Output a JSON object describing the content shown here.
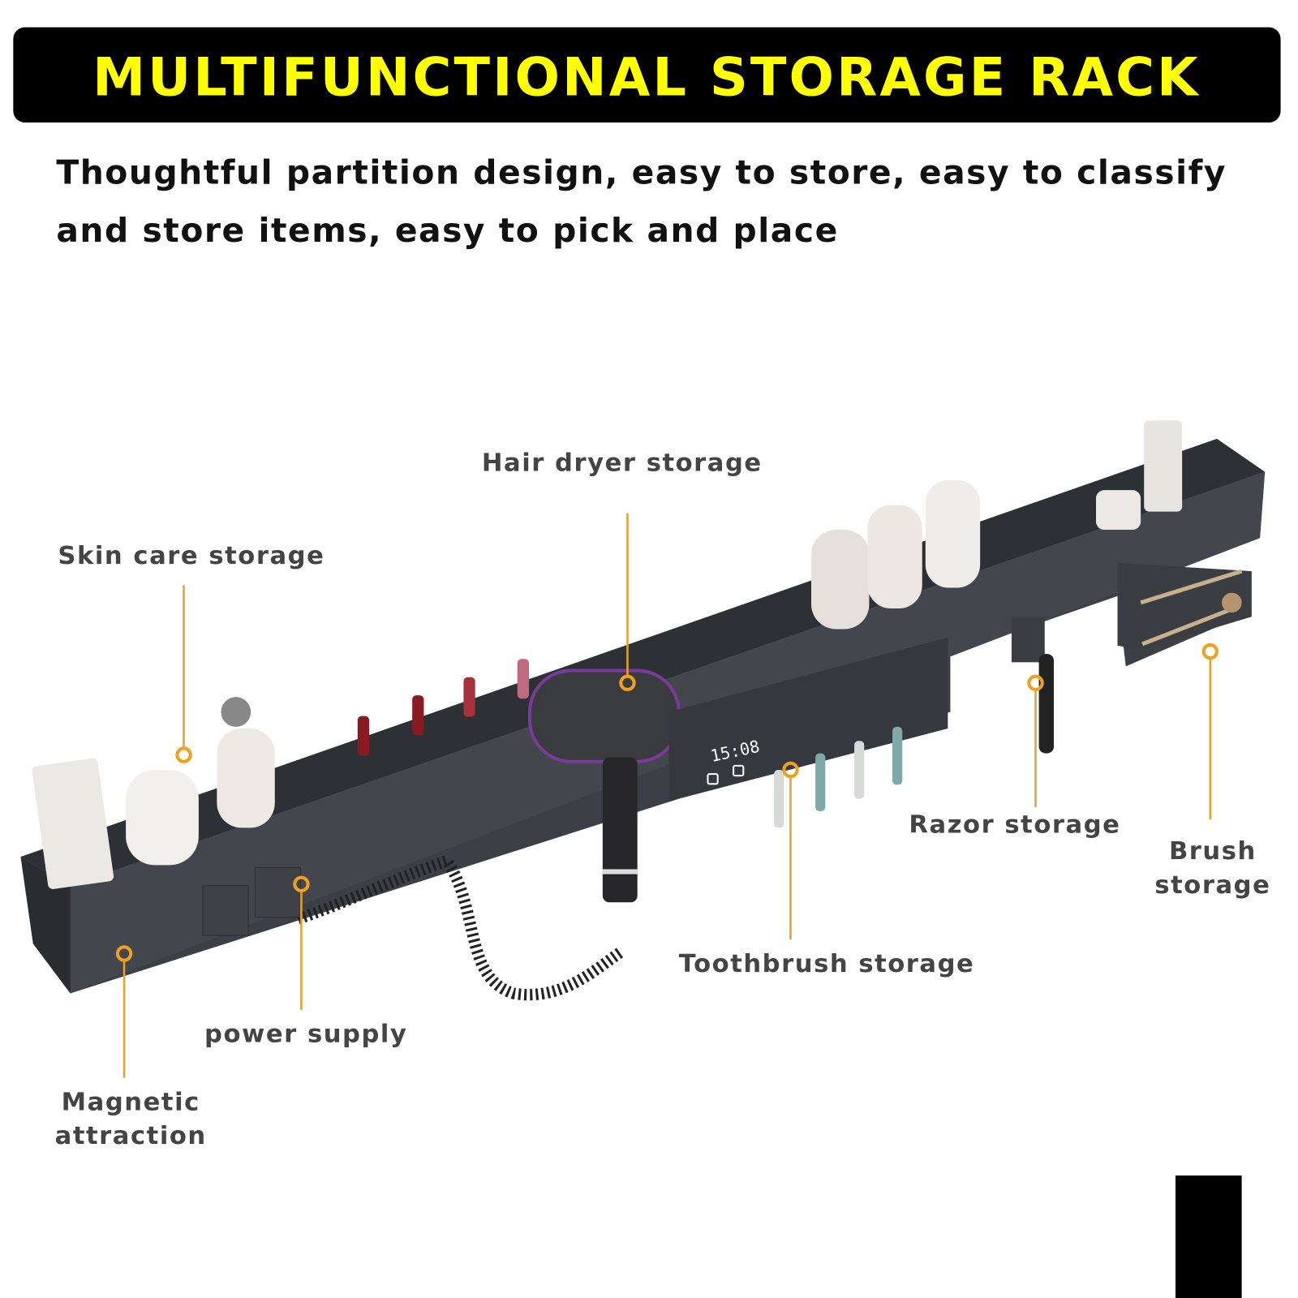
{
  "header": {
    "title": "MULTIFUNCTIONAL STORAGE RACK"
  },
  "subtitle": {
    "line1": "Thoughtful partition design, easy to store, easy to classify",
    "line2": "and store items, easy to pick and place"
  },
  "product": {
    "clock_display": "15:08"
  },
  "labels": {
    "hair_dryer": "Hair dryer storage",
    "skin_care": "Skin care storage",
    "razor": "Razor storage",
    "brush_line1": "Brush",
    "brush_line2": "storage",
    "toothbrush": "Toothbrush storage",
    "power": "power supply",
    "magnetic_line1": "Magnetic",
    "magnetic_line2": "attraction"
  },
  "colors": {
    "header_bg": "#000000",
    "header_text": "#ffff00",
    "callout": "#e8a030",
    "rack": "#3a3d42"
  }
}
